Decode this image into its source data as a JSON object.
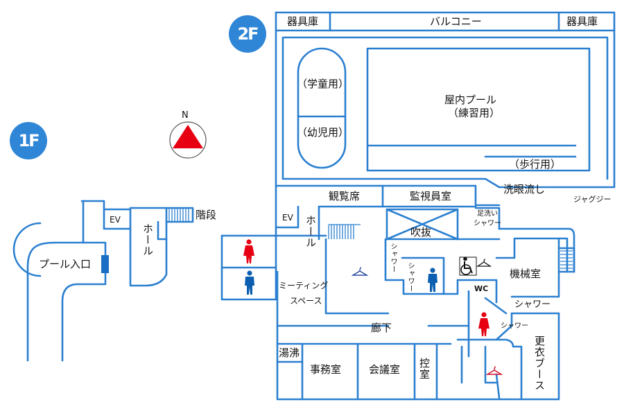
{
  "floors": {
    "first": "1F",
    "second": "2F"
  },
  "compass": {
    "north": "N"
  },
  "colors": {
    "wall": "#2a7fd0",
    "badge": "#2f86d6",
    "women": "#e60012",
    "men": "#0c5fb0",
    "compass": "#e60012"
  },
  "first_floor": {
    "ev": "EV",
    "hall": "ホール",
    "stairs": "階段",
    "pool_entrance": "プール入口"
  },
  "second_floor": {
    "storage_left": "器具庫",
    "balcony": "バルコニー",
    "storage_right": "器具庫",
    "children_pool": "（学童用）",
    "infant_pool": "（幼児用）",
    "indoor_pool_line1": "屋内プール",
    "indoor_pool_line2": "（練習用）",
    "walking_lane": "（歩行用）",
    "viewing_seats": "観覧席",
    "monitor_room": "監視員室",
    "eye_wash": "洗眼流し",
    "jacuzzi": "ジャグジー",
    "ev": "EV",
    "hall": "ホール",
    "foot_wash_line1": "足洗い",
    "foot_wash_line2": "シャワー",
    "atrium": "吹抜",
    "shower_a": "シャワー",
    "shower_b": "シャワー",
    "shower_c": "シャワー",
    "shower_d": "シャワー",
    "wc": "WC",
    "machine_room": "機械室",
    "meeting_line1": "ミーティング",
    "meeting_line2": "スペース",
    "corridor": "廊下",
    "changing_booth": "更衣ブース",
    "water_heater": "湯沸",
    "office": "事務室",
    "conference": "会議室",
    "waiting": "控室"
  },
  "icons": [
    "women-icon",
    "men-icon",
    "wheelchair-icon",
    "hanger-icon",
    "compass-icon",
    "pool-entrance-marker"
  ]
}
